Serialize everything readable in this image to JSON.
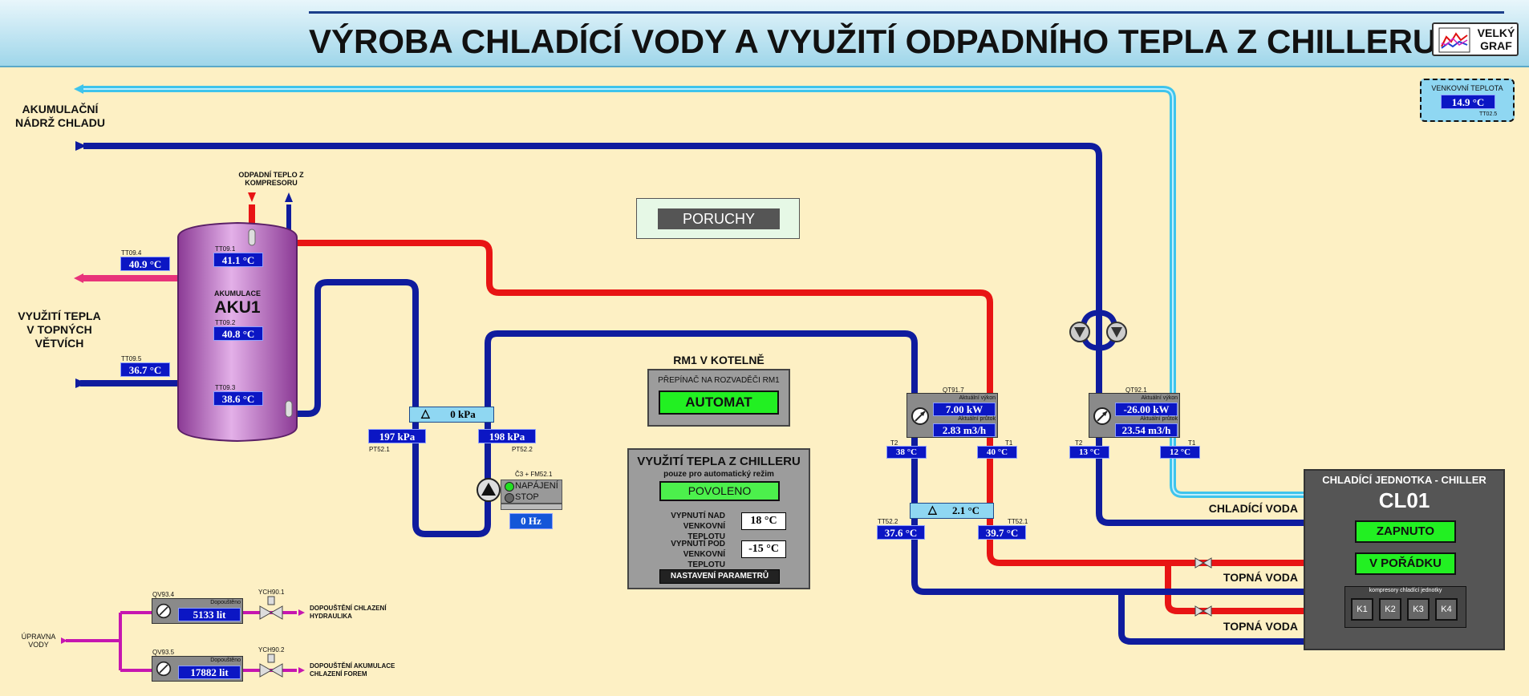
{
  "header": {
    "title": "VÝROBA CHLADÍCÍ VODY A VYUŽITÍ ODPADNÍHO TEPLA Z CHILLERU",
    "graph_button": "VELKÝ GRAF"
  },
  "outdoor": {
    "label": "VENKOVNÍ TEPLOTA",
    "value": "14.9 °C",
    "tag": "TT02.5"
  },
  "labels": {
    "accumulation_tank": "AKUMULAČNÍ NÁDRŽ CHLADU",
    "waste_heat": "ODPADNÍ TEPLO Z KOMPRESORU",
    "heat_usage": "VYUŽITÍ TEPLA V TOPNÝCH VĚTVÍCH",
    "cooling_water": "CHLADÍCÍ VODA",
    "heating_water_1": "TOPNÁ VODA",
    "heating_water_2": "TOPNÁ VODA",
    "water_treatment": "ÚPRAVNA VODY"
  },
  "tank": {
    "label_small": "AKUMULACE",
    "label_big": "AKU1"
  },
  "temps": {
    "tt091": {
      "tag": "TT09.1",
      "value": "41.1 °C"
    },
    "tt092": {
      "tag": "TT09.2",
      "value": "40.8 °C"
    },
    "tt093": {
      "tag": "TT09.3",
      "value": "38.6 °C"
    },
    "tt094": {
      "tag": "TT09.4",
      "value": "40.9 °C"
    },
    "tt095": {
      "tag": "TT09.5",
      "value": "36.7 °C"
    },
    "t2_left": {
      "tag": "T2",
      "value": "38 °C"
    },
    "t1_left": {
      "tag": "T1",
      "value": "40 °C"
    },
    "t2_right": {
      "tag": "T2",
      "value": "13 °C"
    },
    "t1_right": {
      "tag": "T1",
      "value": "12 °C"
    },
    "tt522": {
      "tag": "TT52.2",
      "value": "37.6 °C"
    },
    "tt521": {
      "tag": "TT52.1",
      "value": "39.7 °C"
    }
  },
  "pressure": {
    "dp": "0 kPa",
    "pt521": {
      "tag": "PT52.1",
      "value": "197 kPa"
    },
    "pt522": {
      "tag": "PT52.2",
      "value": "198 kPa"
    }
  },
  "delta_t": "2.1 °C",
  "pump": {
    "tag": "Č3 + FM52.1",
    "status1": "NAPÁJENÍ",
    "status2": "STOP",
    "freq": "0 Hz"
  },
  "meters": {
    "qt917": {
      "tag": "QT91.7",
      "power_label": "Aktuální výkon",
      "power": "7.00 kW",
      "flow_label": "Aktuální průtok",
      "flow": "2.83 m3/h"
    },
    "qt921": {
      "tag": "QT92.1",
      "power_label": "Aktuální výkon",
      "power": "-26.00 kW",
      "flow_label": "Aktuální průtok",
      "flow": "23.54 m3/h"
    }
  },
  "poruchy": "PORUCHY",
  "rm1": {
    "title": "RM1 V KOTELNĚ",
    "switch_label": "PŘEPÍNAČ NA ROZVADĚČI RM1",
    "mode": "AUTOMAT"
  },
  "heat_usage_panel": {
    "title": "VYUŽITÍ TEPLA Z CHILLERU",
    "subtitle": "pouze pro automatický režim",
    "state": "POVOLENO",
    "off_above_label": "VYPNUTÍ NAD VENKOVNÍ TEPLOTU",
    "off_above_value": "18 °C",
    "off_below_label": "VYPNUTÍ POD VENKOVNÍ TEPLOTU",
    "off_below_value": "-15 °C",
    "settings_button": "NASTAVENÍ PARAMETRŮ"
  },
  "chiller": {
    "title": "CHLADÍCÍ JEDNOTKA - CHILLER",
    "name": "CL01",
    "state1": "ZAPNUTO",
    "state2": "V POŘÁDKU",
    "compressors_label": "kompresory chladící jednotky",
    "compressors": [
      "K1",
      "K2",
      "K3",
      "K4"
    ]
  },
  "water_meters": {
    "qv934": {
      "tag": "QV93.4",
      "label": "Dopouštěno",
      "value": "5133 lit",
      "valve": "YCH90.1",
      "desc": "DOPOUŠTĚNÍ CHLAZENÍ HYDRAULIKA"
    },
    "qv935": {
      "tag": "QV93.5",
      "label": "Dopouštěno",
      "value": "17882 lit",
      "valve": "YCH90.2",
      "desc": "DOPOUŠTĚNÍ AKUMULACE CHLAZENÍ FOREM"
    }
  },
  "colors": {
    "cold": "#0f1c9e",
    "hot": "#e81414",
    "cyan": "#3ec4ec",
    "magenta": "#c616b0",
    "pink": "#e8337a"
  }
}
